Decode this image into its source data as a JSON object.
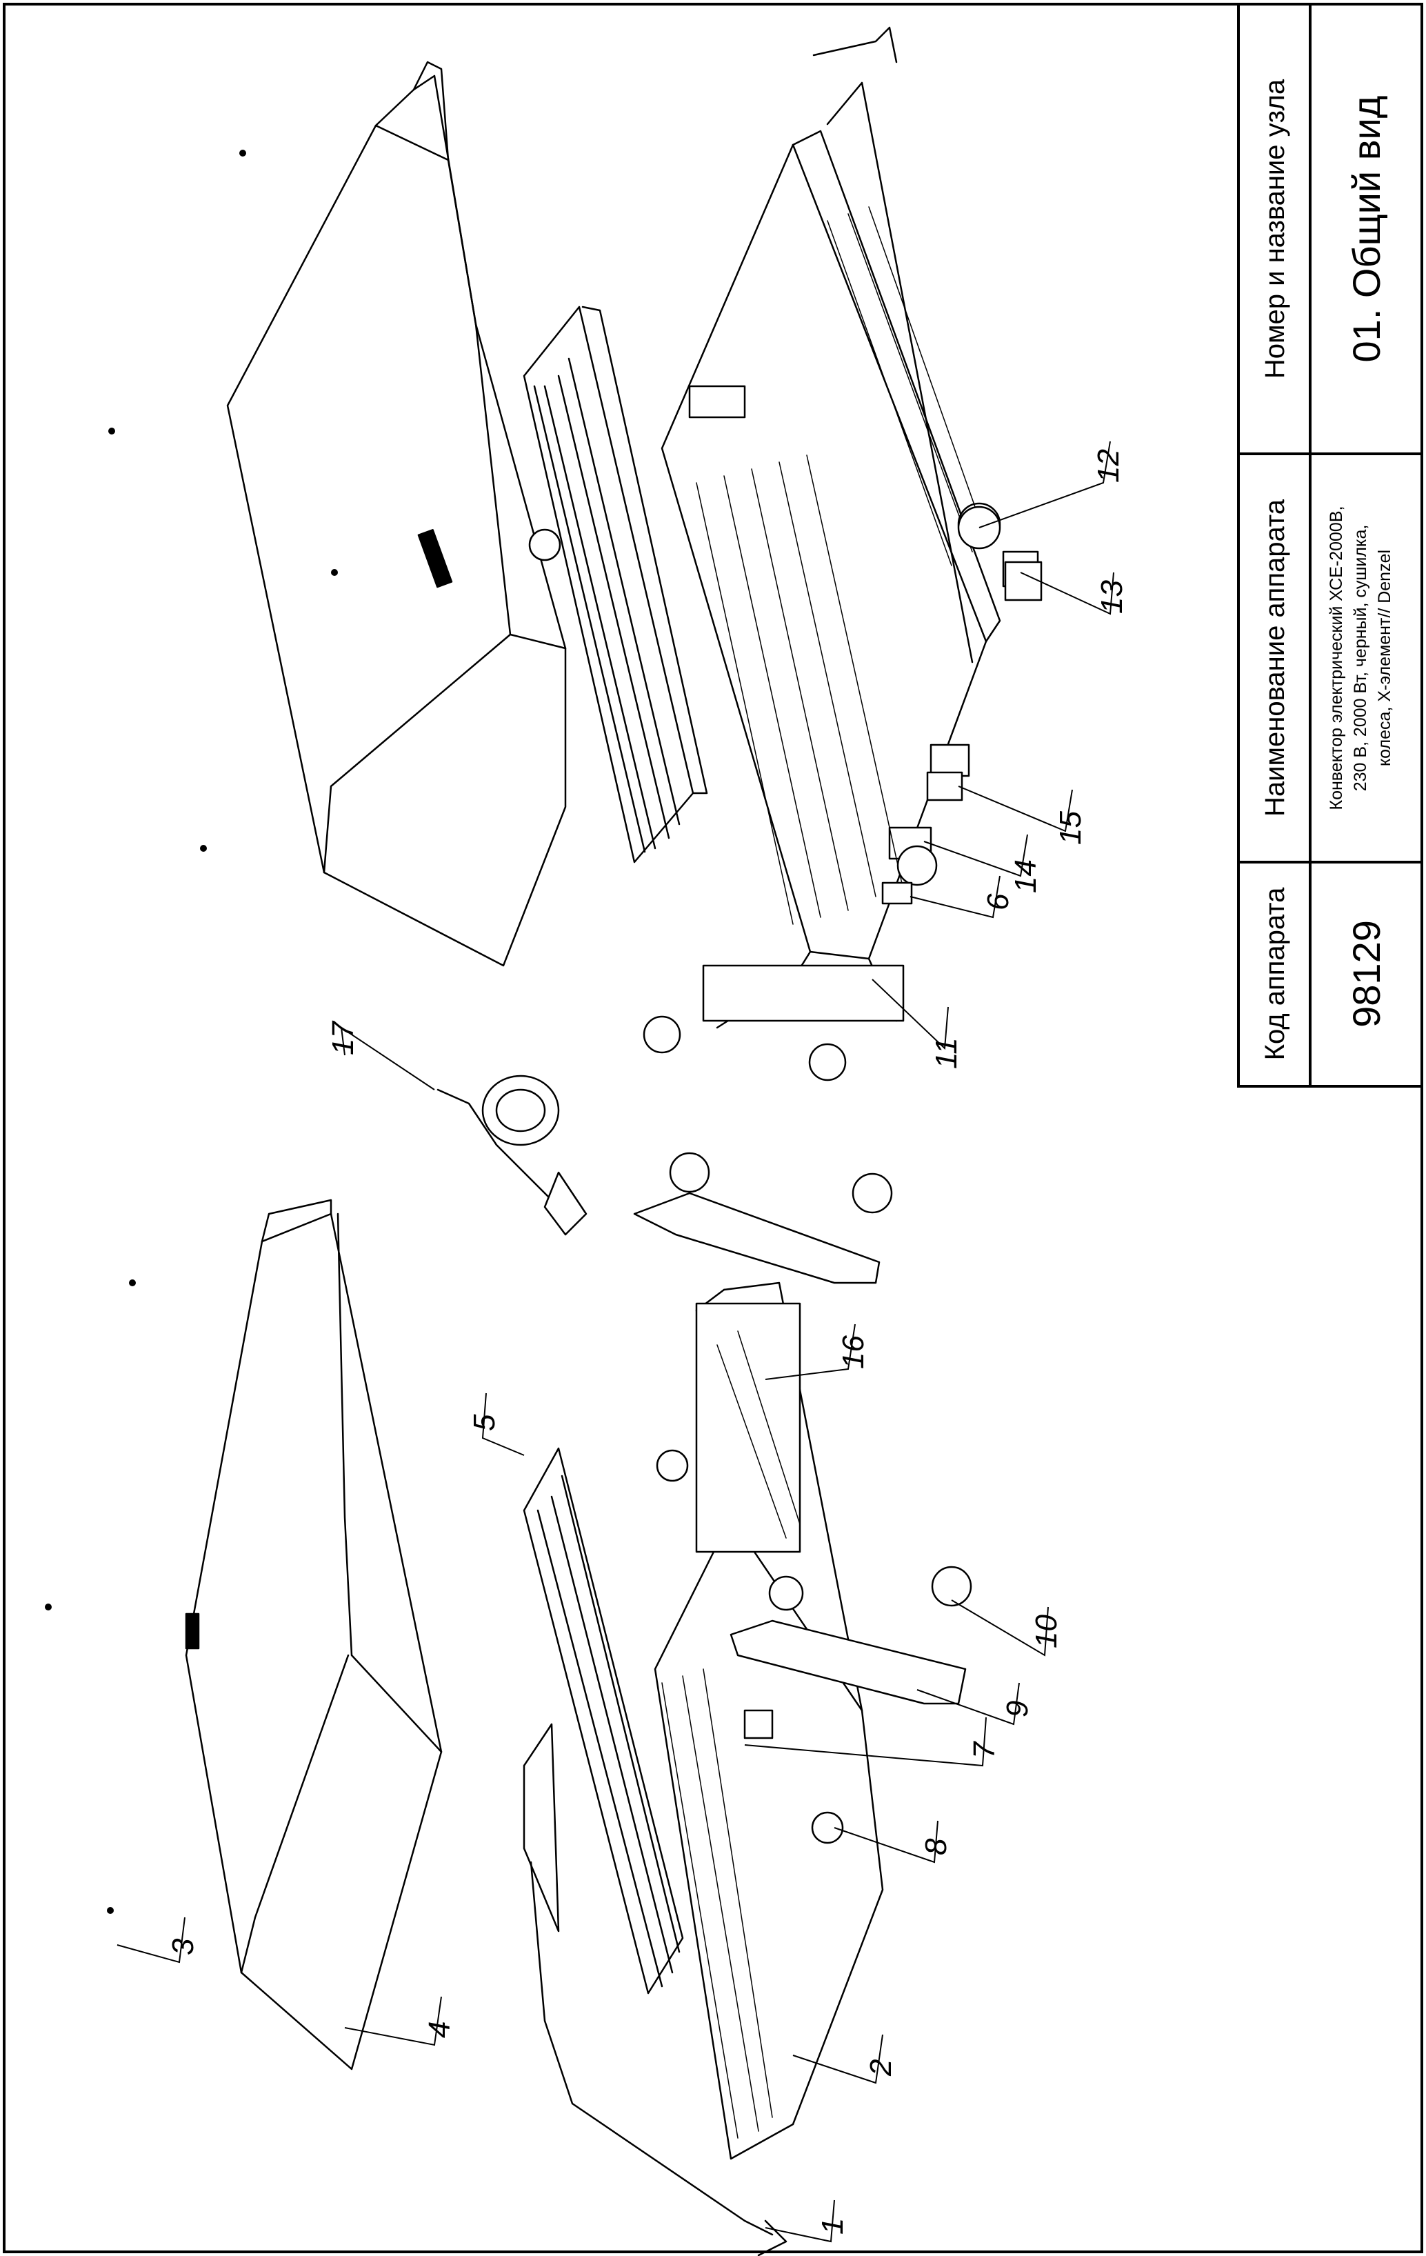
{
  "title_block": {
    "code_header": "Код аппарата",
    "code_value": "98129",
    "name_header": "Наименование аппарата",
    "name_lines": [
      "Конвектор электрический ХСЕ-2000В,",
      "230 В, 2000 Вт, черный, сушилка,",
      "колеса, Х-элемент// Denzel"
    ],
    "node_header": "Номер и название узла",
    "node_value": "01. Общий вид"
  },
  "callouts": [
    "1",
    "2",
    "3",
    "4",
    "5",
    "6",
    "7",
    "8",
    "9",
    "10",
    "11",
    "12",
    "13",
    "14",
    "15",
    "16",
    "17"
  ]
}
